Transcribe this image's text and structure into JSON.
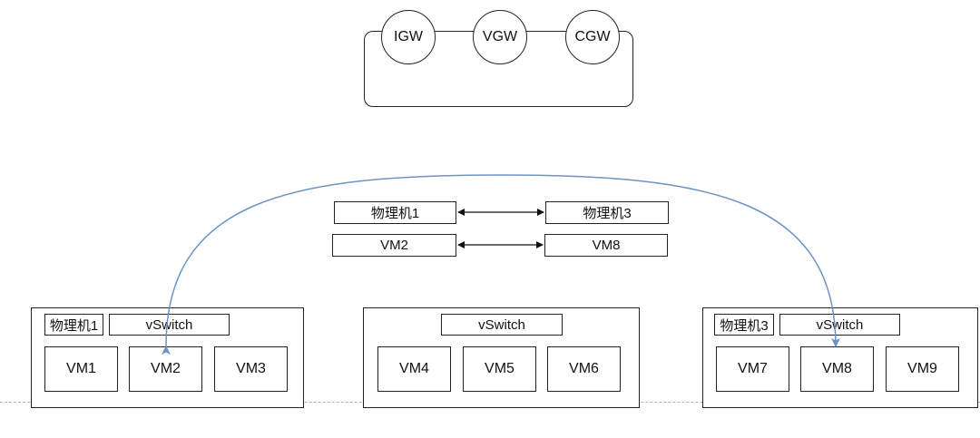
{
  "gateways": [
    "IGW",
    "VGW",
    "CGW"
  ],
  "mapping": {
    "host_left": "物理机1",
    "host_right": "物理机3",
    "vm_left": "VM2",
    "vm_right": "VM8"
  },
  "hosts": [
    {
      "label": "物理机1",
      "switch": "vSwitch",
      "vms": [
        "VM1",
        "VM2",
        "VM3"
      ]
    },
    {
      "label": "",
      "switch": "vSwitch",
      "vms": [
        "VM4",
        "VM5",
        "VM6"
      ]
    },
    {
      "label": "物理机3",
      "switch": "vSwitch",
      "vms": [
        "VM7",
        "VM8",
        "VM9"
      ]
    }
  ],
  "colors": {
    "tunnel": "#6b93c5",
    "line": "#222222",
    "dashed": "#b0b0b0"
  }
}
